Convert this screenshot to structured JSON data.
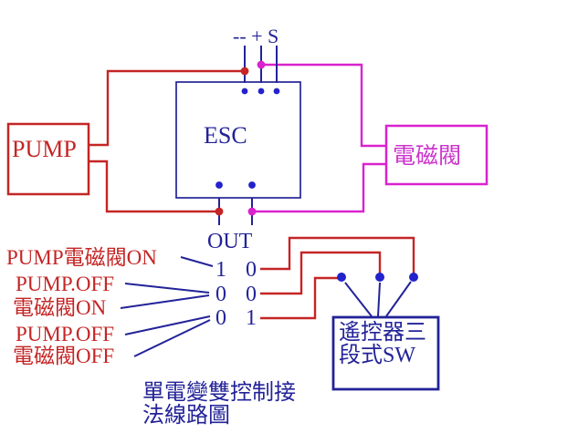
{
  "boxes": {
    "pump_label": "PUMP",
    "esc_label": "ESC",
    "valve_label": "電磁閥",
    "switch_label_line1": "遙控器三",
    "switch_label_line2": "段式SW"
  },
  "pin_labels": {
    "esc_top": "-- + S",
    "esc_out": "OUT"
  },
  "state_labels": {
    "row1": "PUMP電磁閥ON",
    "row2": "PUMP.OFF",
    "row3": "電磁閥ON",
    "row4": "PUMP.OFF",
    "row5": "電磁閥OFF"
  },
  "truth_table": {
    "rows": [
      {
        "pump": "1",
        "valve": "0"
      },
      {
        "pump": "0",
        "valve": "0"
      },
      {
        "pump": "0",
        "valve": "1"
      }
    ]
  },
  "caption": {
    "line1": "單電變雙控制接",
    "line2": "法線路圖"
  },
  "colors": {
    "wire_red": "#c52525",
    "wire_magenta": "#da22ce",
    "line_navy": "#232399",
    "dot_blue": "#2222cc",
    "background": "#ffffff"
  }
}
